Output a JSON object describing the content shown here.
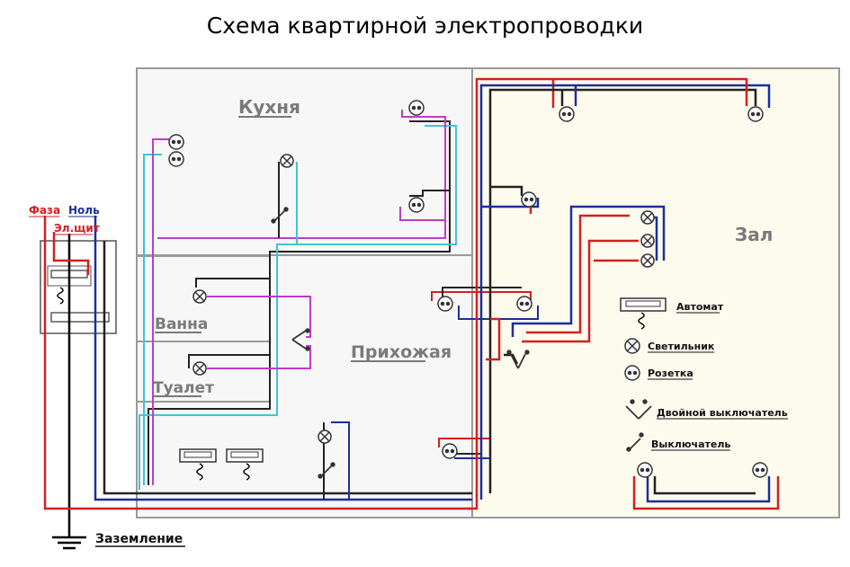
{
  "title": "Схема квартирной электропроводки",
  "rooms": {
    "kitchen": "Кухня",
    "hall": "Зал",
    "bath": "Ванна",
    "toilet": "Туалет",
    "corridor": "Прихожая"
  },
  "labels": {
    "phase": "Фаза",
    "neutral": "Ноль",
    "panel": "Эл.щит",
    "ground": "Заземление"
  },
  "legend": {
    "breaker": "Автомат",
    "lamp": "Светильник",
    "socket": "Розетка",
    "double_switch": "Двойной выключатель",
    "switch": "Выключатель"
  },
  "colors": {
    "phase": "#d42020",
    "neutral": "#1c2f9c",
    "ground": "#000000",
    "kitchen_phase": "#c03cc8",
    "kitchen_neutral": "#40c4d8",
    "hall_fill": "#fdfbee",
    "room_text": "#7a7a7a"
  }
}
